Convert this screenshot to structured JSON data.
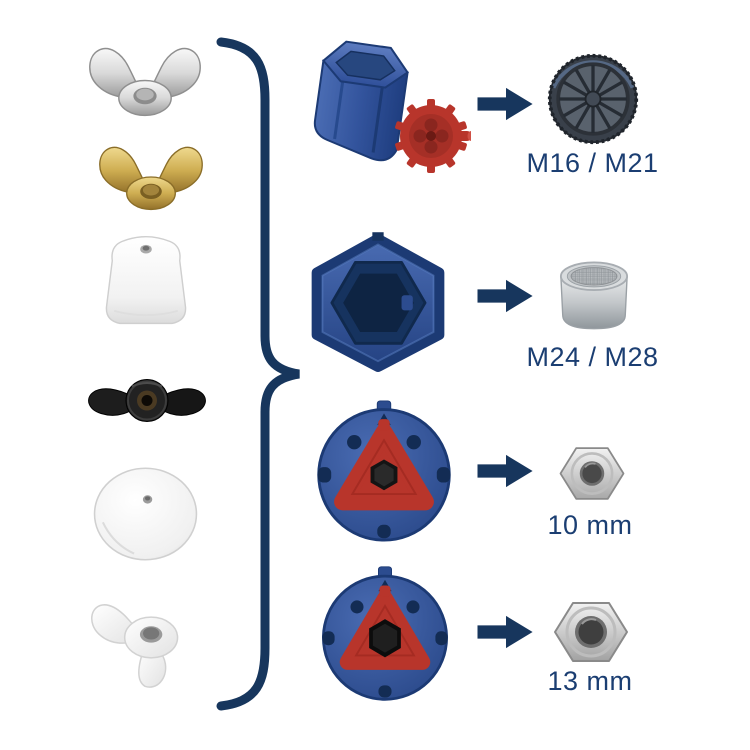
{
  "rows": [
    {
      "label": "M16 / M21",
      "tool_icon": "hex-key-with-red-gear-adapter",
      "target_icon": "aerator-dark-cache"
    },
    {
      "label": "M24 / M28",
      "tool_icon": "hex-socket-opening",
      "target_icon": "aerator-chrome-mesh"
    },
    {
      "label": "10 mm",
      "tool_icon": "disc-tool-red-triangle-small",
      "target_icon": "hex-nut-10mm"
    },
    {
      "label": "13 mm",
      "tool_icon": "disc-tool-red-triangle-large",
      "target_icon": "hex-nut-13mm"
    }
  ],
  "left_column": {
    "items": [
      "chrome-wing-nut",
      "brass-wing-nut",
      "white-faucet-knob",
      "black-wing-knob",
      "white-round-knob",
      "white-wing-knob"
    ]
  },
  "icons": {
    "arrow": "right-arrow",
    "brace": "curly-brace"
  },
  "colors": {
    "accent_navy": "#17365d",
    "label_navy": "#1b3e72",
    "tool_blue": "#33549d",
    "insert_red": "#b8352b",
    "brass": "#cfae52",
    "chrome": "#d9d9d9"
  }
}
